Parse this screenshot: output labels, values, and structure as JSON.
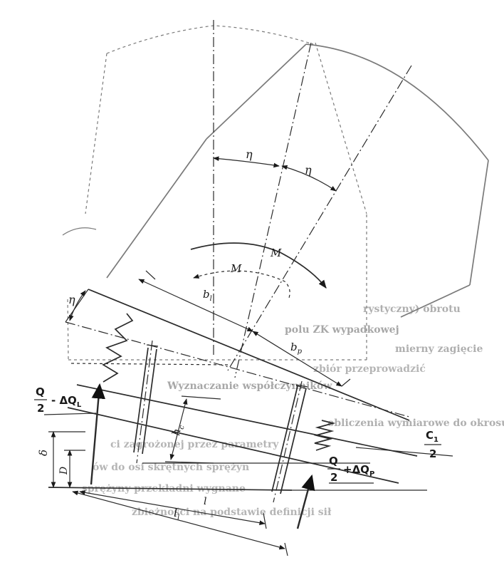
{
  "labels": {
    "eta_left": "η",
    "eta_right": "η",
    "eta_side": "η",
    "m_outer": "M",
    "m_inner": "M",
    "b_l_main": "b",
    "b_l_sub": "l",
    "b_p_main": "b",
    "b_p_sub": "p",
    "h_c_main": "h",
    "h_c_sub": "c",
    "delta": "δ",
    "d": "D",
    "l_l_main": "l",
    "l_l_sub": "l",
    "l_small": "l",
    "q_left_num": "Q",
    "q_left_den": "2",
    "q_left_tail": "- ΔQ",
    "q_left_sub": "L",
    "q_right_num": "Q",
    "q_right_den": "2",
    "q_right_tail": "+ΔQ",
    "q_right_sub": "P",
    "c_num_main": "C",
    "c_num_sub": "1",
    "c_den": "2"
  },
  "background_text": [
    "rystyczny) obrotu",
    "polu ZK wypadkowej",
    "mierny zagięcie",
    "zbiór przeprowadzić",
    "Wyznaczanie współczynników",
    "obliczenia wymiarowe do okrosu",
    "ci zagrożonej przez parametry",
    "ów do osi skrętnych sprężyn",
    "sprężyny przekładni wygnane",
    "zbieżności na podstawie definicji sił"
  ]
}
